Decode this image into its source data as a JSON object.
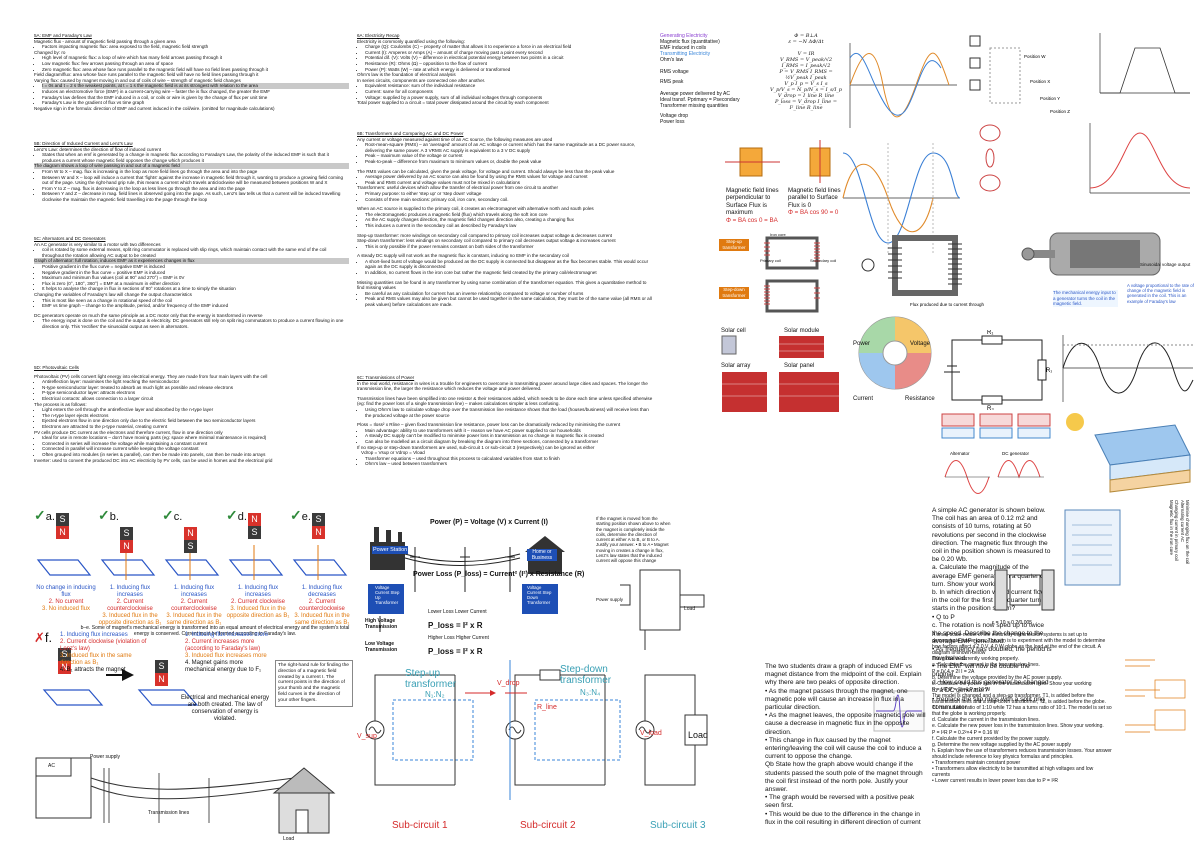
{
  "emf": {
    "title": "5A: EMF and Faraday's Law",
    "lines": [
      "Magnetic flux - amount of magnetic field passing through a given area",
      "Factors impacting magnetic flux: area exposed to the field, magnetic field strength",
      "Changed by: ro",
      "High level of magnetic flux: a loop of wire which has many field arrows passing through it",
      "Low magnetic flux: few arrows passing through an area of space",
      "Zero magnetic flux: area whose face runs parallel to the magnetic field will have no field lines passing through it",
      "Field diagram/flux: area whose face runs parallel to the magnetic field will have no field lines passing through it",
      "Varying flux: caused by magnet moving in and out of coils of wire – strength of magnetic field changes",
      "t = 0s and t = 2 s the weakest points, at t = 1 s the magnetic field is at its strongest with relation to the area",
      "Induces an electromotive force (EMF) in a current-carrying wire – faster the is flux changed, the greater the EMF",
      "Faraday's law defines that the EMF induced in a coil, or coils or wire is given by the change of flux per unit time",
      "Faraday's Law is the gradient of flux vs time graph",
      "Negative sign in the formula: direction of EMF and current induced in the coil/wire. (omitted for magnitude calculations)"
    ]
  },
  "lenz": {
    "title": "5B: Direction of Induced Current and Lenz's Law",
    "lines": [
      "Lenz's Law: determines the direction of flow of induced current",
      "States that when an emf is generated by a change in magnetic flux according to Faraday's Law, the polarity of the induced EMF is such that it produces a current whose magnetic field opposes the change which produces it",
      "The diagram shows a loop of wire passing in and out of a magnetic field",
      "From W to X – mag. flux is increasing in the loop as more field lines go through the area and into the page",
      "Between W and X – loop will induce a current that 'fights' against the increase in magnetic field through it, wanting to produce a growing field coming out of the page. Using the right-hand grip rule, this means a current which travels anticlockwise will be measured between positions W and X",
      "From Y to Z – mag. flux is decreasing in the loop as less lines go through the area and into the page",
      "Between Y and Z – decrease in mag. field lines is observed going into the page. As such, Lenz's law tells us that a current will be induced travelling clockwise the maintain the magnetic field travelling into the page through the loop"
    ]
  },
  "alt": {
    "title": "5C: Alternators and DC Generators",
    "lines": [
      "An AC generator is very similar to a motor with two differences",
      "coil is rotated by some external means, split ring commutator is replaced with slip rings, which maintain contact with the same end of the coil throughout the rotation allowing AC output to be created",
      "Graph of alternator: full rotation, induces EMF as it experiences changes in flux",
      "Positive gradient in the flux curve = negative EMF is induced",
      "Negative gradient in the flux curve = positive EMF is induced",
      "Maximum and minimum flux values (coil at 90° and 270°) = EMF is 0V",
      "Flux is zero (0°, 180°, 360°) = EMF at a maximum in either direction",
      "It helps to analyse the change in flux in sections of 90° rotations at a time to simply the situation",
      "Changing the variables of Faraday's law will change the output characteristics",
      "This is most like seen as a change in rotational speed of the coil",
      "EMF vs time graph – change to the amplitude, period, and/or frequency of the EMF induced",
      "DC generators operate on much the same principle as a DC motor only that the energy is transformed in reverse",
      "The energy input is done on the coil and the output is electricity. DC generators still rely on split ring commutators to produce a current flowing in one direction only. This 'rectifies' the sinusoidal output as seen in alternators."
    ]
  },
  "pv": {
    "title": "5D: Photovoltaic Cells",
    "lines": [
      "Photovoltaic (PV) cells convert light energy into electrical energy. They are made from four main layers with the cell",
      "Antireflection layer: maximises the light reaching the semiconductor",
      "N-type semiconductor layer: treated to absorb as much light as possible and release electrons",
      "P-type semiconductor layer: attracts electrons",
      "Electrical contacts: allows connection to a larger circuit",
      "The process is as follows:",
      "Light enters the cell through the antireflective layer and absorbed by the n-type layer",
      "The n-type layer ejects electrons",
      "Ejected electrons flow in one direction only due to the electric field between the two semiconductor layers",
      "Electrons are attracted to the p-type material, creating current",
      "PV cells produce DC current as the electrons and therefore current, flow in one direction only",
      "Ideal for use in remote locations – don't have moving parts (eg: space where minimal maintenance is required)",
      "Connected in series will increase the voltage while maintaining a constant current",
      "Connected in parallel will increase current while keeping the voltage constant",
      "Often grouped into modules (in series & parallel), can then be made into panels, can then be made into arrays",
      "Inverter: used to convert the produced DC into AC electricity by PV cells, can be used in homes and the electrical grid"
    ]
  },
  "elec": {
    "title": "6A: Electricity Recap",
    "lines": [
      "Electricity is commonly quantified using the following:",
      "Charge (Q): Coulombs (C) – property of matter that allows it to experience a force in an electrical field",
      "Current (I): Amperes or Amps (A) – amount of charge moving past a point every second",
      "Potential dif. (V): Volts (V) – difference in electrical potential energy between two points in a circuit",
      "Resistance (R): Ohms (Ω) – opposition to the flow of current",
      "Power (P): Watts (W) – rate at which energy is delivered or transformed",
      "Ohm's law is the foundation of electrical analysis",
      "In series circuits, components are connected one after another.",
      "Equivalent resistance: sum of the individual resistance",
      "Current: same for all components",
      "Voltage: supplied by a power supply, sum of all individual voltages through components",
      "Total power supplied to a circuit = total power dissipated around the circuit by each component"
    ]
  },
  "trans": {
    "title": "6B: Transformers and Comparing AC and DC Power",
    "lines": [
      "Any current or voltage measured against time of an AC source, the following measures are used",
      "Root-mean-square (RMS) – an 'averaged' amount of an AC voltage or current which has the same magnitude as a DC power source, delivering the same power. A 3 VRMS AC supply is equivalent to a 3 V DC supply",
      "Peak – maximum value of the voltage or current",
      "Peak-to-peak – difference from maximum to minimum values or, double the peak value",
      "The RMS values can be calculated, given the peak voltage, for voltage and current. Should always be less than the peak value",
      "Average power delivered by an AC source can also be found by using the RMS values for voltage and current",
      "Peak and RMS current and voltage values must not be mixed in calculations",
      "Transformers: useful devices which allow the transfer of electrical power from one circuit to another",
      "Primary purpose: to either 'step up' or 'step down' voltage",
      "Consists of three main sections: primary coil, iron core, secondary coil.",
      "When an AC source is supplied to the primary coil, it creates an electromagnet with alternative north and south poles",
      "The electromagnetic produces a magnetic field (flux) which travels along the soft iron core",
      "As the AC supply changes direction, the magnetic field changes direction also, creating a changing flux",
      "This induces a current in the secondary coil as described by Faraday's law",
      "Step-up transformer: more windings on secondary coil compared to primary coil increases output voltage & decreases current",
      "Step-down transformer: less windings on secondary coil compared to primary coil decreases output voltage & increases current",
      "This is only possible if the power remains constant on both sides of the transformer",
      "A steady DC supply will not work as the magnetic flux is constant, inducing no EMF in the secondary coil",
      "A short-lived burst of voltage would be produced as the DC supply is connected but disappear as the flux becomes stable. This would occur again as the DC supply is disconnected",
      "In addition, no current flows in the iron core but rather the magnetic field created by the primary coil/electromagnet",
      "Missing quantities can be found in any transformer by using some combination of the transformer equation. This gives a quantitative method to find missing values",
      "Be careful as any calculation for current has an inverse relationship compared to voltage or number of turns",
      "Peak and RMS values may also be given but cannot be used together in the same calculation, they must be of the same value (all RMS or all peak values) before calculations are made."
    ]
  },
  "power": {
    "title": "6C: Transmissions of Power",
    "lines": [
      "In the real world, resistance in wires is a trouble for engineers to overcome in transmitting power around large cities and spaces. The longer the transmission line, the larger the resistance which reduces the voltage and power delivered.",
      "Transmission lines have been simplified into one resistor & their resistances added, which needs to be done each time unless specified otherwise (eg: find the power loss of a single transmission line) – makes calculations simpler & less confusing.",
      "Using Ohm's law to calculate voltage drop over the transmission line resistance shows that the load (houses/business) will receive less than the produced voltage at the power source",
      "Ploss = Iloss² x Rline – given fixed transmission line resistance, power loss can be dramatically reduced by minimising the current",
      "Main advantage: ability to use transformers with it – reason we have AC power supplied to our households",
      "A steady DC supply can't be modified to minimise power loss in transmission as no change in magnetic flux is created",
      "Can also be modelled as a circuit diagram by breaking the diagram into three sections, connected by a transformer",
      "If no step-up or step-down transformers are used, sub-circuit 1 or sub-circuit 3 (respectively) can be ignored as either",
      "Vdrop = Vsup or Vdrop = Vload",
      "Transformer equations – used throughout this process to calculated variables from start to finish",
      "Ohm's law – used between transformers"
    ]
  },
  "formulas": {
    "gen_label": "Generating Electricity",
    "lines": [
      "Magnetic flux (quantitative)",
      "EMF induced in coils",
      "Transmitting Electricity",
      "Ohm's law",
      "RMS voltage",
      "RMS peak",
      "Average power delivered by AC",
      "Ideal transf. Pprimary = Psecondary",
      "Transformer missing quantities",
      "Voltage drop",
      "Power loss"
    ],
    "eq1": "Φ = B⊥A",
    "eq2": "ε = −N ΔΦ/Δt",
    "eq3": "V = IR",
    "eq4": "V_RMS = V_peak/√2",
    "eq5": "I_RMS = I_peak/√2",
    "eq6": "P = V_RMS I_RMS = ½V_peak I_peak",
    "eq7": "V_p I_p = V_s I_s",
    "eq8": "V_p/V_s = N_p/N_s = I_s/I_p",
    "eq9": "V_drop = I_line R_line",
    "eq10": "P_loss = V_drop I_line = I²_line R_line"
  },
  "flux_boxes": {
    "perp": "Magnetic field lines perpendicular to Surface Flux is maximum",
    "perp_eq": "Φ = BA cos 0 = BA",
    "par": "Magnetic field lines parallel to Surface Flux is 0",
    "par_eq": "Φ = BA cos 90 = 0"
  },
  "xfmr_labels": {
    "step_up": "Step-up transformer",
    "step_down": "Step-down transformer",
    "iron_core": "Iron core",
    "primary": "Primary coil",
    "secondary": "Secondary coil"
  },
  "solar": [
    "Solar cell",
    "Solar module",
    "Solar array",
    "Solar panel"
  ],
  "wheel": [
    "Power",
    "Voltage",
    "Current",
    "Resistance"
  ],
  "gen_caption": "The mechanical energy input to a generator turns the coil in the magnetic field.",
  "gen_caption2": "A voltage proportional to the rate of change of the magnetic field is generated in the coil. This is an example of Faraday's law",
  "sinus": "Sinusoidal voltage output",
  "generator_q": {
    "lines": [
      "A simple AC generator is shown below. The coil has an area of 0.12 m2 and consists of 10 turns, rotating at 50 revolutions per second in the clockwise direction. The magnetic flux through the coil in the position shown is measured to be 0.20 Wb.",
      "a. Calculate the magnitude of the average EMF generated in a quarter of a turn. Show your working",
      "b. In which direction would current flow in the coil for the first half quarter turn if it starts in the position shown?",
      "• Q to P",
      "c. The rotation is now sped up to twice the speed. Describe the change to the average EMF generated.",
      "• As frequency has doubled, the period is now halved.",
      "• The EMF will now be double the original.",
      "d. How could this generator be changed to a DC generator?",
      "• Replace the slip rings with a split ring commutator"
    ]
  },
  "emf_q": {
    "lines": [
      "The two students draw a graph of induced EMF vs magnet distance from the midpoint of the coil. Explain why there are two peaks of opposite direction.",
      "• As the magnet passes through the magnet, one magnetic pole will cause an increase in flux in a particular direction.",
      "• As the magnet leaves, the opposite magnetic pole will cause a decrease in magnetic flux in the opposite direction.",
      "• This change in flux caused by the magnet entering/leaving the coil will cause the coil to induce a current to oppose the change.",
      "Qb State how the graph above would change if the students passed the south pole of the magnet through the coil first instead of the north pole. Justify your answer.",
      "• The graph would be reversed with a positive peak seen first.",
      "• This would be due to the difference in the change in flux in the coil resulting in different direction of current"
    ]
  },
  "model_q": {
    "lines": [
      "A small-scale model of the electricity transmission systems is set up to demonstrate power loss. The aim is to experiment with the model to determine how factors affect a 2.0 V, 4.0 W globe as the load at the end of the circuit. A diagram is shown below",
      "The globe is currently working properly.",
      "a. Calculate the current in the transmission lines.",
      "P = IV      4 = 2I      I = 2A",
      "b. Determine the voltage provided by the AC power supply.",
      "c. Calculate the power loss in the transmission lines. Show your working",
      "P = I²R     P = 2²×4      P = 16 W",
      "The model is changed and a step-up transformer, T1, is added before the transmission lines and a step-down transformer, T2, is added before the globe. T1 has a turns ratio of 1:10 while T2 has a turns ratio of 10:1. The model is set so that the globe is working properly.",
      "d. Calculate the current in the transmission lines.",
      "e. Calculate the new power loss in the transmission lines. Show your working.",
      "P = I²R      P = 0.2²×4      P = 0.16 W",
      "f. Calculate the current provided by the power supply.",
      "g. Determine the new voltage supplied by the AC power supply",
      "h. Explain how the use of transformers reduces transmission losses. Your answer should include reference to key physics formulas and principles.",
      "• Transformers maintain constant power",
      "• Transformers allow electricity to be transmitted at high voltages and low currents",
      "• Lower current results in lower power loss due to P = I²R"
    ]
  },
  "magnets": {
    "panels": [
      "a.",
      "b.",
      "c.",
      "d.",
      "e."
    ],
    "captions": [
      [
        "No change in inducing flux",
        "2. No current",
        "3. No induced flux"
      ],
      [
        "1. Inducing flux increases",
        "2. Current counterclockwise",
        "3. Induced flux in the opposite direction as B₁"
      ],
      [
        "1. Inducing flux increases",
        "2. Current counterclockwise",
        "3. Induced flux in the same direction as B₁"
      ],
      [
        "1. Inducing flux increases",
        "2. Current clockwise",
        "3. Induced flux in the opposite direction as B₁"
      ],
      [
        "1. Inducing flux decreases",
        "2. Current counterclockwise",
        "3. Induced flux in the same direction as B₁"
      ]
    ],
    "note": "b–e. Some of magnet's mechanical energy is transformed into an equal amount of electrical energy and the system's total energy is conserved. Current must be formed according to Faraday's law.",
    "f_label": "f.",
    "f_left": [
      "1. Inducing flux increases",
      "2. Current clockwise (violation of Lenz's law)",
      "3. Induced flux in the same direction as B₁",
      "4. B₁ attracts the magnet"
    ],
    "f_right": [
      "1. Inducing flux increases more",
      "2. Current increases more (according to Faraday's law)",
      "3. Induced flux increases more",
      "4. Magnet gains more mechanical energy due to F₁"
    ],
    "f_bottom": "Electrical and mechanical energy are both created. The law of conservation of energy is violated.",
    "rhr": "The right-hand rule for finding the direction of a magnetic field created by a current I. The current points in the direction of your thumb and the magnetic field curves in the direction of your other fingers."
  },
  "transmission": {
    "title": "Power (P) = Voltage (V) x Current (I)",
    "ploss": "Power Loss (P_loss) = Current² (I²) x Resistance (R)",
    "station": "Power Station",
    "home": "Home or Business",
    "stepup": "Voltage Current Step Up Transformer",
    "stepdown": "Voltage Current Step Down Transformer",
    "hv": "High Voltage Transmission",
    "lv": "Low Voltage Transmission",
    "lower": "Lower Loss   Lower Current",
    "higher": "Higher Loss   Higher Current",
    "eq_hv": "P_loss = I² x R",
    "eq_lv": "P_loss = I² x R",
    "power_supply": "Power supply",
    "transmission_lines": "Transmission lines",
    "load": "Load",
    "ac": "AC"
  },
  "subcircuit": {
    "stepup": "Step-up transformer",
    "stepup_ratio": "N₁:N₂",
    "stepdown": "Step-down transformer",
    "stepdown_ratio": "N₃:N₄",
    "sub1": "Sub-circuit 1",
    "sub2": "Sub-circuit 2",
    "sub3": "Sub-circuit 3",
    "load": "Load",
    "vsup": "V_sup",
    "vdrop": "V_drop",
    "rline": "R_line",
    "vload": "V_load"
  },
  "magnet_note": "If the magnet is moved from the starting position shown above to when the magnet is completely inside the coils, determine the direction of current at either A to B, or B to A. Justify your answer. • B to A • Magnet moving in creates a change in flux, Lenz's law states that the induced current will oppose this change",
  "right_col": [
    "Minimise changing flux on the coil",
    "Alternating current AC",
    "Changing current in primary coil",
    "Magnetic flux in the iron core"
  ]
}
